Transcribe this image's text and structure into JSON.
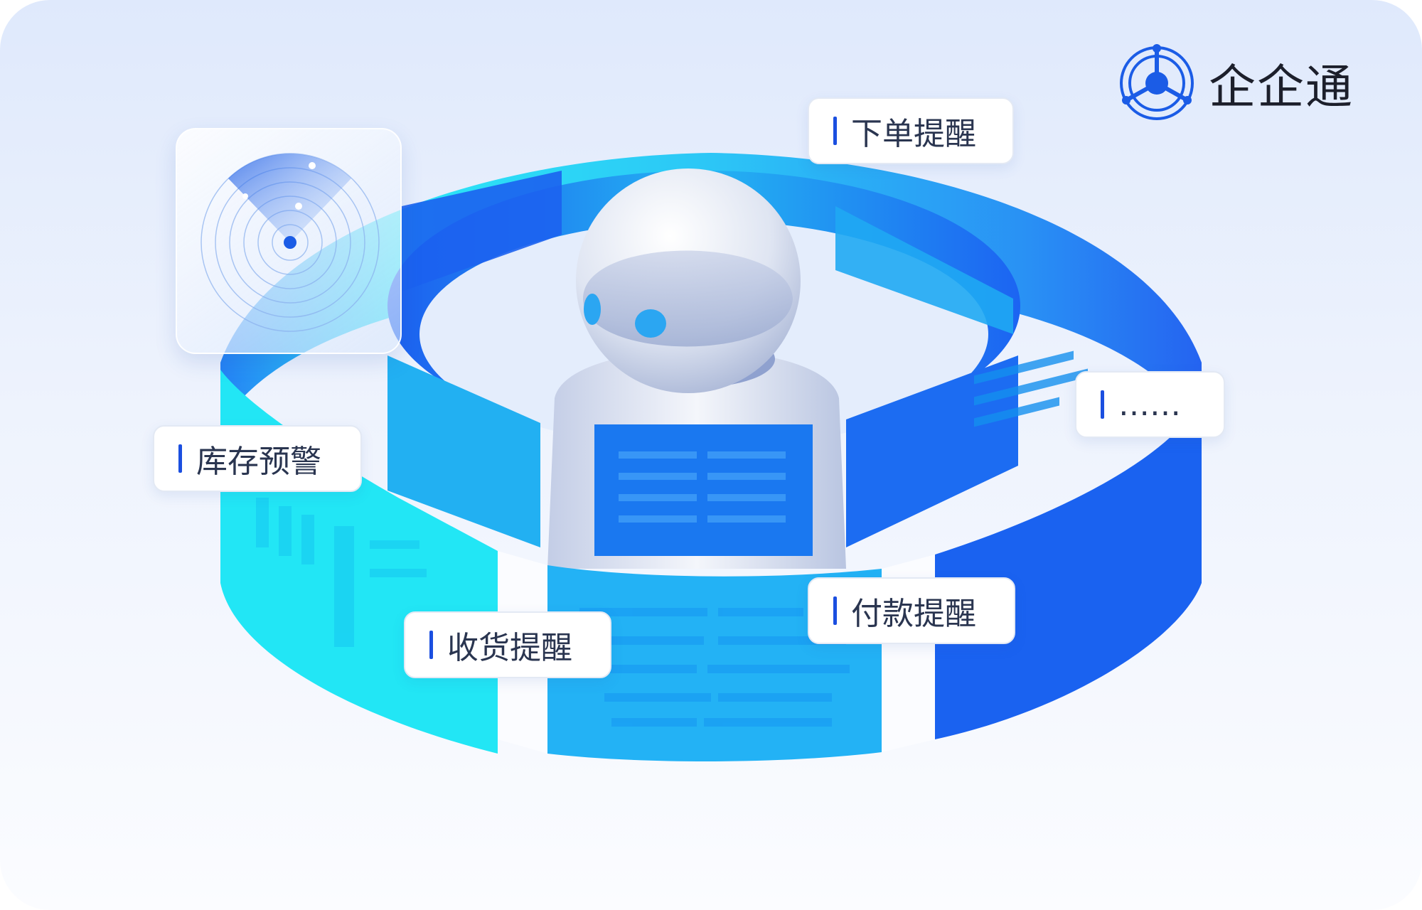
{
  "brand": {
    "name": "企企通",
    "icon": "network-hub-icon",
    "color": "#1b5ce6"
  },
  "labels": {
    "order": "下单提醒",
    "inventory": "库存预警",
    "payment": "付款提醒",
    "receipt": "收货提醒",
    "more": "……"
  },
  "colors": {
    "ring_cyan": "#22e6f5",
    "ring_blue": "#1a5cf0",
    "label_accent": "#1b4fe0"
  },
  "icons": [
    "radar-icon",
    "robot-mascot-icon"
  ]
}
